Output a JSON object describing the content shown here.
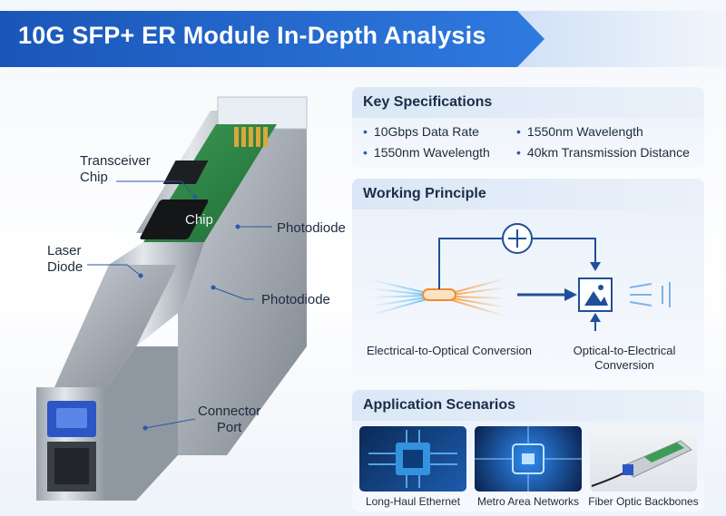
{
  "header": {
    "title": "10G SFP+ ER Module In-Depth Analysis"
  },
  "illustration": {
    "callouts": {
      "transceiver_chip": "Transceiver\nChip",
      "chip_label": "Chip",
      "photodiode_top": "Photodiode",
      "laser_diode": "Laser\nDiode",
      "photodiode_mid": "Photodiode",
      "connector_port": "Connector\nPort"
    }
  },
  "specs": {
    "title": "Key Specifications",
    "items": [
      "10Gbps Data Rate",
      "1550nm Wavelength",
      "1550nm Wavelength",
      "40km Transmission Distance"
    ]
  },
  "working": {
    "title": "Working Principle",
    "left_label": "Electrical-to-Optical Conversion",
    "right_label": "Optical-to-Electrical\nConversion"
  },
  "applications": {
    "title": "Application Scenarios",
    "items": [
      "Long-Haul Ethernet",
      "Metro Area Networks",
      "Fiber Optic Backbones"
    ]
  },
  "colors": {
    "banner": "#1f5fc2",
    "accent": "#2a5aa5",
    "pcb": "#2f8a4a"
  }
}
